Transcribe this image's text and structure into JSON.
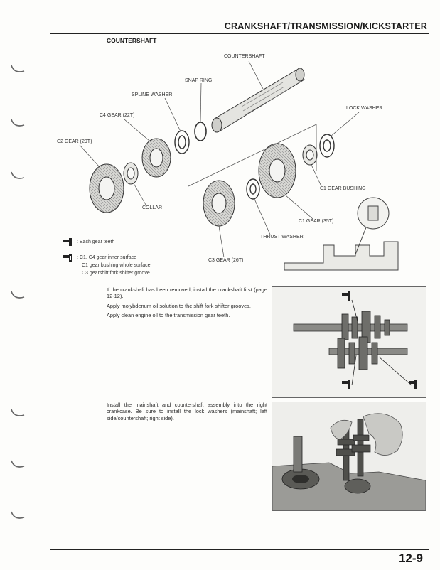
{
  "header": {
    "title": "CRANKSHAFT/TRANSMISSION/KICKSTARTER"
  },
  "section": {
    "title": "COUNTERSHAFT"
  },
  "diagram": {
    "labels": {
      "countershaft": "COUNTERSHAFT",
      "snap_ring": "SNAP RING",
      "spline_washer": "SPLINE WASHER",
      "c4_gear": "C4 GEAR (22T)",
      "c2_gear": "C2 GEAR (29T)",
      "collar": "COLLAR",
      "lock_washer": "LOCK WASHER",
      "c1_gear_bushing": "C1 GEAR BUSHING",
      "c1_gear": "C1 GEAR (35T)",
      "thrust_washer": "THRUST WASHER",
      "c3_gear": "C3 GEAR (26T)"
    }
  },
  "legend": {
    "oil": ": Each gear teeth",
    "moly_line1": ": C1, C4 gear inner surface",
    "moly_line2": "C1 gear bushing whole surface",
    "moly_line3": "C3 gearshift fork shifter groove"
  },
  "instructions": {
    "p1": "If the crankshaft has been removed, install the crankshaft first (page 12-12).",
    "p2": "Apply molybdenum oil solution to the shift fork shifter grooves.",
    "p3": "Apply clean engine oil to the transmission gear teeth.",
    "p4": "Install the mainshaft and countershaft assembly into the right crankcase. Be sure to install the lock washers (mainshaft; left side/countershaft; right side)."
  },
  "footer": {
    "page_number": "12-9"
  },
  "colors": {
    "ink": "#222222",
    "diagram_line": "#444444",
    "gear_fill": "#d8d8d4",
    "photo_bg": "#e9e9e6"
  }
}
